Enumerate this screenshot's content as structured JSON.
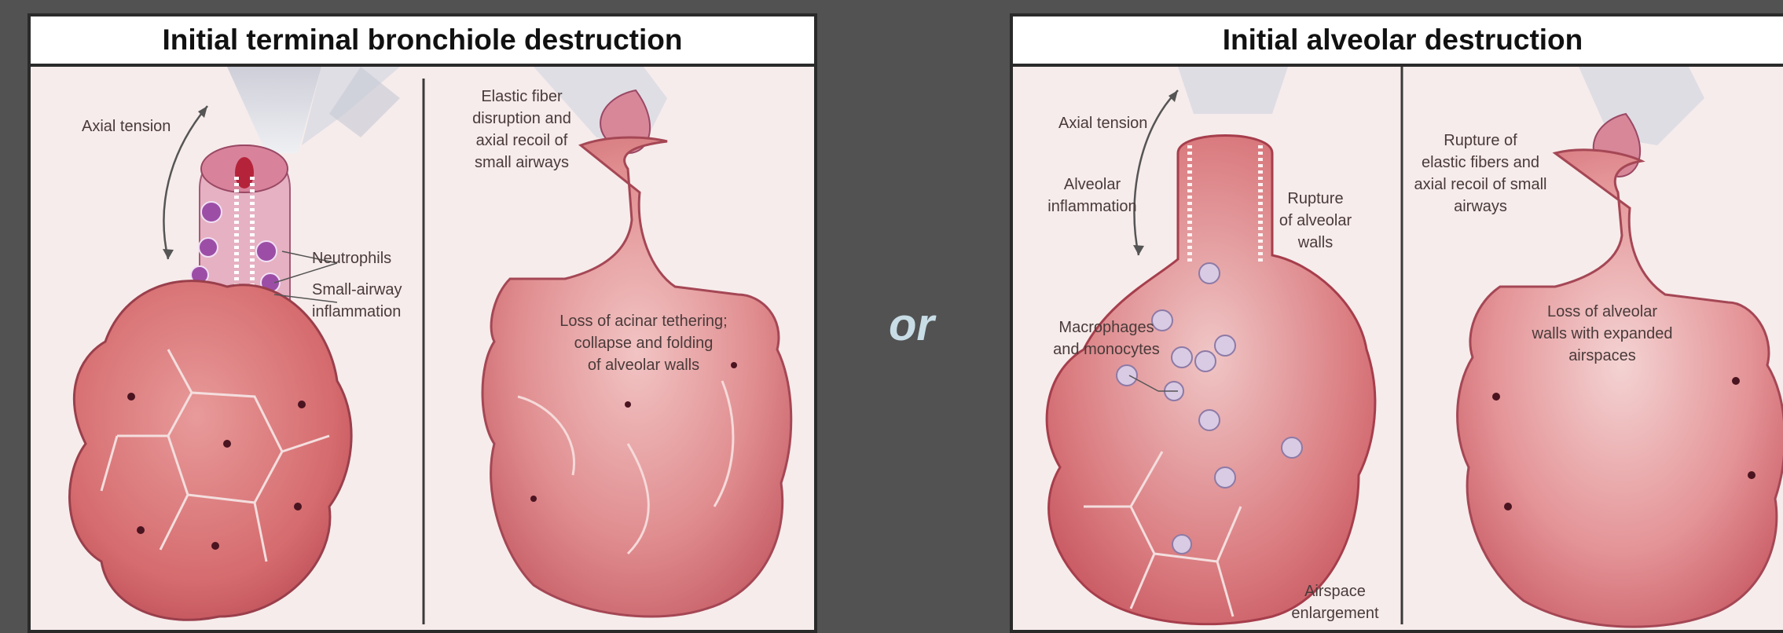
{
  "left_panel": {
    "title": "Initial terminal bronchiole destruction",
    "labels": {
      "axial_tension": "Axial tension",
      "neutrophils": "Neutrophils",
      "small_airway_1": "Small-airway",
      "small_airway_2": "inflammation",
      "elastic_1": "Elastic fiber",
      "elastic_2": "disruption and",
      "elastic_3": "axial recoil of",
      "elastic_4": "small airways",
      "loss_1": "Loss of acinar tethering;",
      "loss_2": "collapse and folding",
      "loss_3": "of alveolar walls"
    }
  },
  "separator": "or",
  "right_panel": {
    "title": "Initial alveolar destruction",
    "labels": {
      "axial_tension": "Axial tension",
      "alveolar_1": "Alveolar",
      "alveolar_2": "inflammation",
      "rupture_walls_1": "Rupture",
      "rupture_walls_2": "of alveolar",
      "rupture_walls_3": "walls",
      "macro_1": "Macrophages",
      "macro_2": "and monocytes",
      "rupture_fibers_1": "Rupture of",
      "rupture_fibers_2": "elastic fibers and",
      "rupture_fibers_3": "axial recoil of small",
      "rupture_fibers_4": "airways",
      "loss_1": "Loss of alveolar",
      "loss_2": "walls with expanded",
      "loss_3": "airspaces",
      "airspace_1": "Airspace",
      "airspace_2": "enlargement"
    }
  }
}
